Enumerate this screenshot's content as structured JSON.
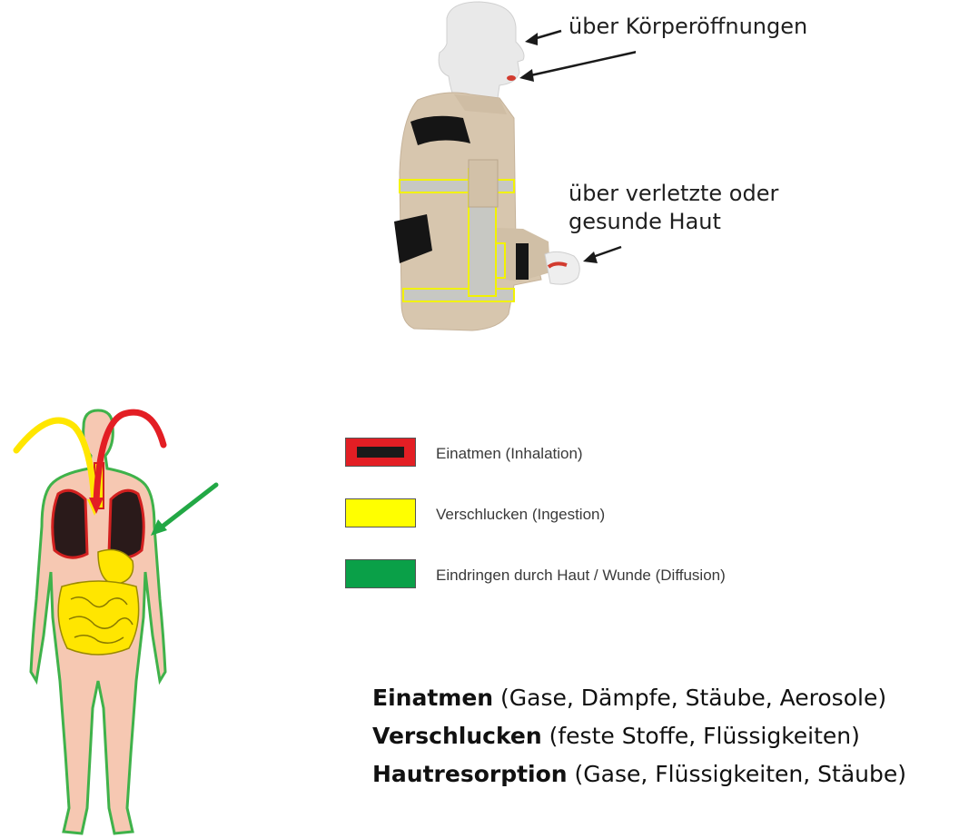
{
  "callouts": {
    "openings": "über Körperöffnungen",
    "skin_line1": "über verletzte oder",
    "skin_line2": "gesunde Haut"
  },
  "legend": [
    {
      "label": "Einatmen (Inhalation)",
      "color": "#e31e24",
      "inner_color": "#1a1a1a"
    },
    {
      "label": "Verschlucken (Ingestion)",
      "color": "#ffff00"
    },
    {
      "label": "Eindringen durch Haut / Wunde (Diffusion)",
      "color": "#0aa048"
    }
  ],
  "summary": [
    {
      "term": "Einatmen",
      "detail": " (Gase, Dämpfe, Stäube, Aerosole)"
    },
    {
      "term": "Verschlucken",
      "detail": " (feste Stoffe, Flüssigkeiten)"
    },
    {
      "term": "Hautresorption",
      "detail": " (Gase, Flüssigkeiten, Stäube)"
    }
  ],
  "colors": {
    "skin": "#f6c8b2",
    "skin_outline": "#3fb24a",
    "jacket": "#d7c6ae",
    "reflective_stripe": "#c7c8c3",
    "stripe_edge": "#f2f200",
    "inhalation_arrow": "#e31e24",
    "ingestion_arrow": "#ffe600",
    "diffusion_arrow": "#22a845"
  }
}
